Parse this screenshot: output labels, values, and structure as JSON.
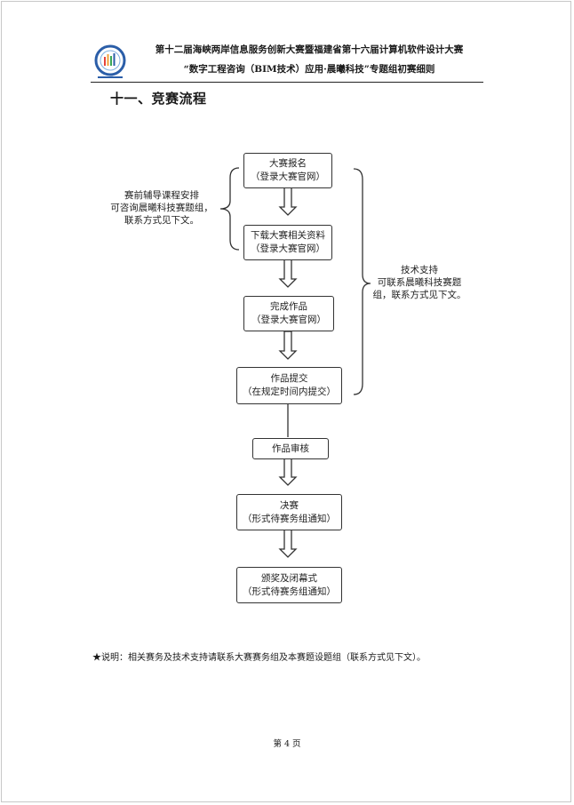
{
  "header": {
    "line1": "第十二届海峡两岸信息服务创新大赛暨福建省第十六届计算机软件设计大赛",
    "line2": "“数字工程咨询（BIM技术）应用·晨曦科技”专题组初赛细则"
  },
  "section_title": "十一、竞赛流程",
  "flow_steps": [
    {
      "title": "大赛报名",
      "sub": "（登录大赛官网）"
    },
    {
      "title": "下载大赛相关资料",
      "sub": "（登录大赛官网）"
    },
    {
      "title": "完成作品",
      "sub": "（登录大赛官网）"
    },
    {
      "title": "作品提交",
      "sub": "（在规定时间内提交）"
    },
    {
      "title": "作品审核",
      "sub": ""
    },
    {
      "title": "决赛",
      "sub": "（形式待赛务组通知）"
    },
    {
      "title": "颁奖及闭幕式",
      "sub": "（形式待赛务组通知）"
    }
  ],
  "left_note": [
    "赛前辅导课程安排",
    "可咨询晨曦科技赛题组，",
    "联系方式见下文。"
  ],
  "right_note": [
    "技术支持",
    "可联系晨曦科技赛题",
    "组，联系方式见下文。"
  ],
  "note": "★说明：相关赛务及技术支持请联系大赛赛务组及本赛题设题组（联系方式见下文）。",
  "page_number": "第 4 页",
  "colors": {
    "border": "#333333",
    "text": "#1a1a1a",
    "logo_blue": "#2b5ea8"
  }
}
